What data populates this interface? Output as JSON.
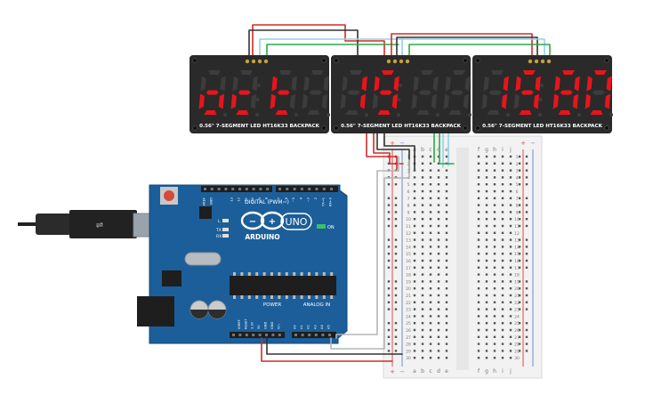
{
  "displays": [
    {
      "id": "disp1",
      "digits": [
        "o",
        "c",
        "t",
        ""
      ],
      "label": "0.56\" 7-SEGMENT LED HT16K33 BACKPACK"
    },
    {
      "id": "disp2",
      "digits": [
        "1",
        "9",
        "",
        ""
      ],
      "label": "0.56\" 7-SEGMENT LED HT16K33 BACKPACK"
    },
    {
      "id": "disp3",
      "digits": [
        "1",
        "9",
        "8",
        "0"
      ],
      "label": "0.56\" 7-SEGMENT LED HT16K33 BACKPACK"
    }
  ],
  "arduino": {
    "brand": "ARDUINO",
    "model": "UNO",
    "digital_label": "DIGITAL (PWM~)",
    "power_label": "POWER",
    "analog_label": "ANALOG IN",
    "on_label": "ON",
    "tx_label": "TX",
    "rx_label": "RX",
    "l_label": "L",
    "aref_label": "AREF",
    "gnd_label": "GND",
    "digital_pins": [
      "13",
      "12",
      "~11",
      "~10",
      "~9",
      "8",
      "7",
      "~6",
      "~5",
      "4",
      "~3",
      "2",
      "TX→1",
      "RX←0"
    ],
    "power_pins": [
      "IOREF",
      "RESET",
      "3.3V",
      "5V",
      "GND",
      "GND",
      "Vin"
    ],
    "analog_pins": [
      "A0",
      "A1",
      "A2",
      "A3",
      "A4",
      "A5"
    ]
  },
  "breadboard": {
    "left_cols": [
      "a",
      "b",
      "c",
      "d",
      "e"
    ],
    "right_cols": [
      "f",
      "g",
      "h",
      "i",
      "j"
    ],
    "plus": "+",
    "minus": "−",
    "row_numbers": [
      "1",
      "2",
      "3",
      "4",
      "5",
      "6",
      "7",
      "8",
      "9",
      "10",
      "11",
      "12",
      "13",
      "14",
      "15",
      "16",
      "17",
      "18",
      "19",
      "20",
      "21",
      "22",
      "23",
      "24",
      "25",
      "26",
      "27",
      "28",
      "29",
      "30"
    ]
  },
  "colors": {
    "led_on": "#e8141c",
    "led_off": "#3c3c3c",
    "display_body": "#2a2a2a",
    "pcb": "#1b5e99",
    "breadboard": "#f4f4f4",
    "wire_red": "#d42a2a",
    "wire_black": "#333333",
    "wire_green": "#2fa84a",
    "wire_cyan": "#8fd3e6",
    "wire_gray": "#b5b5b5"
  }
}
